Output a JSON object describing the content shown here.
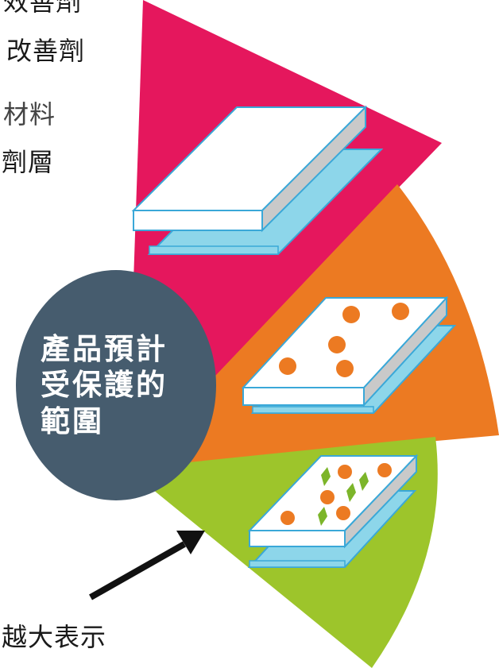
{
  "texts": {
    "line1": "效善劑",
    "line2": "改善劑",
    "line3": "材料",
    "line4": "劑層",
    "bottom_label": "越大表示"
  },
  "bubble": {
    "line1": "產品預計",
    "line2": "受保護的",
    "line3": "範圍"
  },
  "colors": {
    "magenta": "#e5175d",
    "orange": "#ec7a22",
    "green": "#9dc52b",
    "bubble": "#465c6e",
    "sheet_blue": "#8dd6ea",
    "dot_orange": "#ec7a22",
    "diamond_green": "#7cb52a"
  }
}
